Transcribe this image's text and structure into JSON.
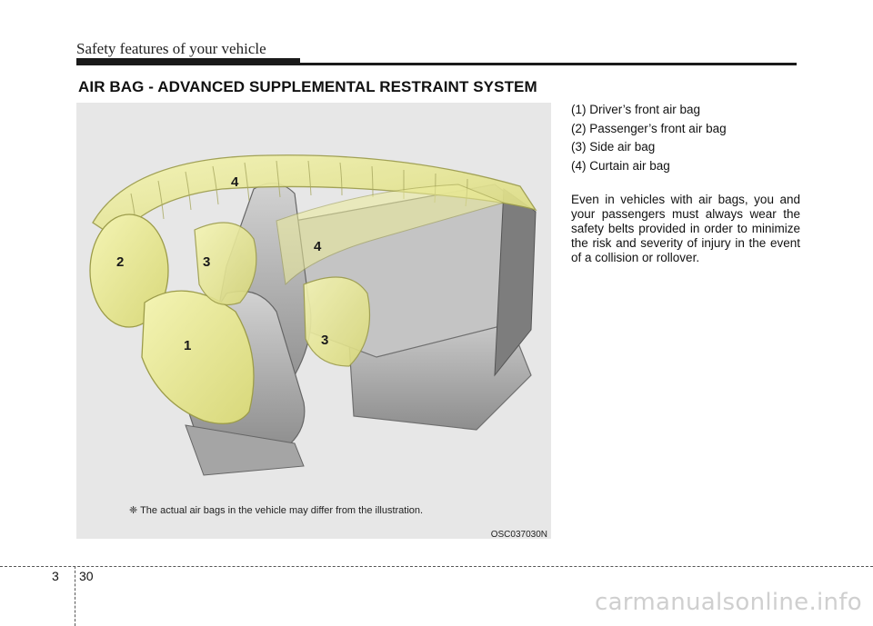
{
  "header": {
    "section_title": "Safety features of your vehicle"
  },
  "page_title": "AIR BAG - ADVANCED SUPPLEMENTAL RESTRAINT SYSTEM",
  "legend": [
    "(1) Driver’s front air bag",
    "(2) Passenger’s front air bag",
    "(3) Side air bag",
    "(4) Curtain air bag"
  ],
  "body_text": "Even in vehicles with air bags, you and your passengers must always wear the safety belts provided in order to minimize the risk and severity of injury in the event of a collision or rollover.",
  "illustration": {
    "callouts": {
      "one": "1",
      "two": "2",
      "three_a": "3",
      "three_b": "3",
      "four_a": "4",
      "four_b": "4"
    },
    "note": "❈ The actual air bags in the vehicle may differ from the illustration.",
    "code": "OSC037030N",
    "colors": {
      "airbag": "#ecec9a",
      "airbag_stroke": "#9c9c4a",
      "seat": "#b9b9b9",
      "seat_dark": "#7d7d7d",
      "background": "#e7e7e7"
    }
  },
  "footer": {
    "chapter": "3",
    "page": "30"
  },
  "watermark": "carmanualsonline.info"
}
